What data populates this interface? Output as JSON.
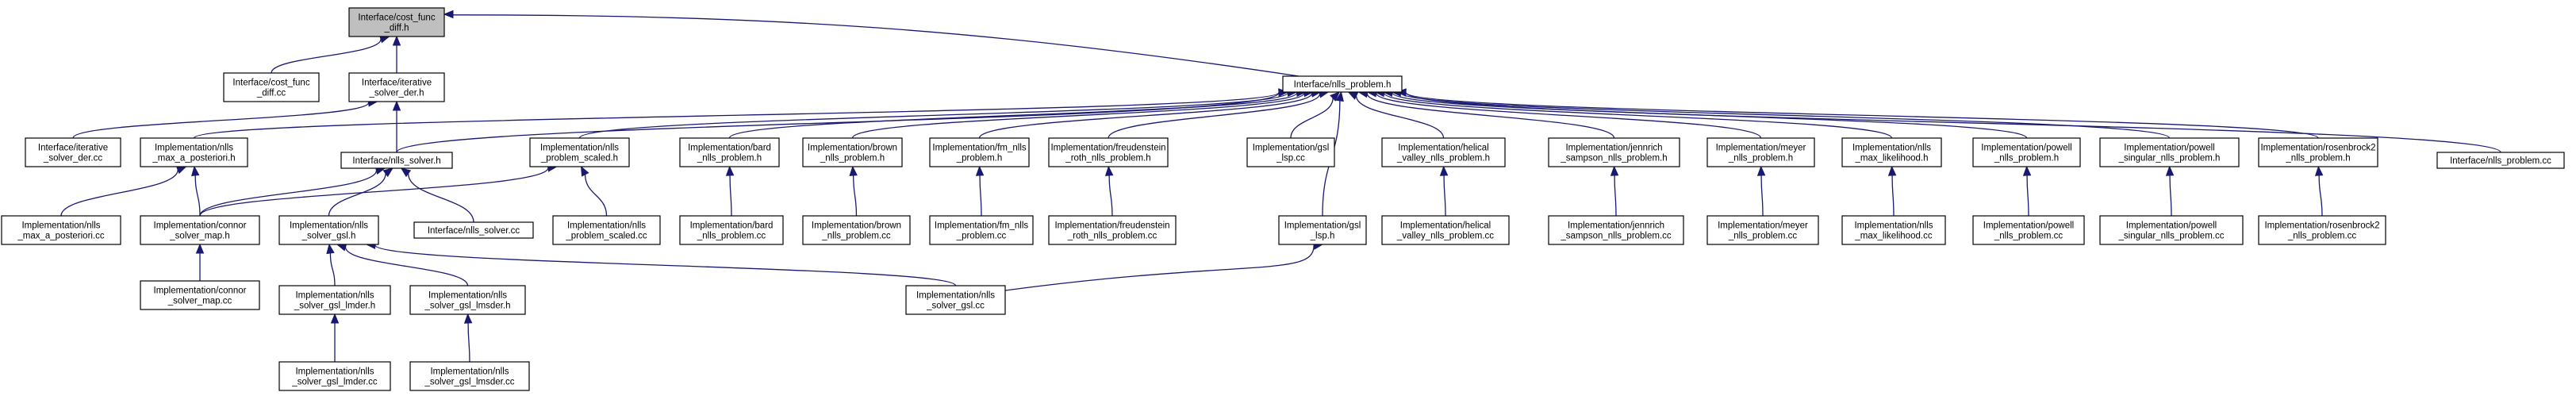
{
  "colors": {
    "edge": "#191970",
    "node_fill": "#ffffff",
    "root_fill": "#bfbfbf",
    "node_border": "#000000"
  },
  "nodes": [
    {
      "id": "root",
      "lines": [
        "Interface/cost_func",
        "_diff.h"
      ],
      "root": true
    },
    {
      "id": "cfdiffcc",
      "lines": [
        "Interface/cost_func",
        "_diff.cc"
      ]
    },
    {
      "id": "itsolder",
      "lines": [
        "Interface/iterative",
        "_solver_der.h"
      ]
    },
    {
      "id": "nllsprob",
      "lines": [
        "Interface/nlls_problem.h"
      ]
    },
    {
      "id": "itsoldercc",
      "lines": [
        "Interface/iterative",
        "_solver_der.cc"
      ]
    },
    {
      "id": "maxapost",
      "lines": [
        "Implementation/nlls",
        "_max_a_posteriori.h"
      ]
    },
    {
      "id": "nllssolver",
      "lines": [
        "Interface/nlls_solver.h"
      ]
    },
    {
      "id": "scaled",
      "lines": [
        "Implementation/nlls",
        "_problem_scaled.h"
      ]
    },
    {
      "id": "bard",
      "lines": [
        "Implementation/bard",
        "_nlls_problem.h"
      ]
    },
    {
      "id": "brown",
      "lines": [
        "Implementation/brown",
        "_nlls_problem.h"
      ]
    },
    {
      "id": "fm",
      "lines": [
        "Implementation/fm_nlls",
        "_problem.h"
      ]
    },
    {
      "id": "freud",
      "lines": [
        "Implementation/freudenstein",
        "_roth_nlls_problem.h"
      ]
    },
    {
      "id": "gsllspcc",
      "lines": [
        "Implementation/gsl",
        "_lsp.cc"
      ]
    },
    {
      "id": "helical",
      "lines": [
        "Implementation/helical",
        "_valley_nlls_problem.h"
      ]
    },
    {
      "id": "jennrich",
      "lines": [
        "Implementation/jennrich",
        "_sampson_nlls_problem.h"
      ]
    },
    {
      "id": "meyer",
      "lines": [
        "Implementation/meyer",
        "_nlls_problem.h"
      ]
    },
    {
      "id": "maxlik",
      "lines": [
        "Implementation/nlls",
        "_max_likelihood.h"
      ]
    },
    {
      "id": "powell",
      "lines": [
        "Implementation/powell",
        "_nlls_problem.h"
      ]
    },
    {
      "id": "powellsing",
      "lines": [
        "Implementation/powell",
        "_singular_nlls_problem.h"
      ]
    },
    {
      "id": "rosen",
      "lines": [
        "Implementation/rosenbrock2",
        "_nlls_problem.h"
      ]
    },
    {
      "id": "nllsprobcc",
      "lines": [
        "Interface/nlls_problem.cc"
      ]
    },
    {
      "id": "maxapostcc",
      "lines": [
        "Implementation/nlls",
        "_max_a_posteriori.cc"
      ]
    },
    {
      "id": "connor",
      "lines": [
        "Implementation/connor",
        "_solver_map.h"
      ]
    },
    {
      "id": "gslh",
      "lines": [
        "Implementation/nlls",
        "_solver_gsl.h"
      ]
    },
    {
      "id": "nllssolvercc",
      "lines": [
        "Interface/nlls_solver.cc"
      ]
    },
    {
      "id": "scaledcc",
      "lines": [
        "Implementation/nlls",
        "_problem_scaled.cc"
      ]
    },
    {
      "id": "bardcc",
      "lines": [
        "Implementation/bard",
        "_nlls_problem.cc"
      ]
    },
    {
      "id": "browncc",
      "lines": [
        "Implementation/brown",
        "_nlls_problem.cc"
      ]
    },
    {
      "id": "fmcc",
      "lines": [
        "Implementation/fm_nlls",
        "_problem.cc"
      ]
    },
    {
      "id": "freudcc",
      "lines": [
        "Implementation/freudenstein",
        "_roth_nlls_problem.cc"
      ]
    },
    {
      "id": "gsllsph",
      "lines": [
        "Implementation/gsl",
        "_lsp.h"
      ]
    },
    {
      "id": "helicalcc",
      "lines": [
        "Implementation/helical",
        "_valley_nlls_problem.cc"
      ]
    },
    {
      "id": "jennrichcc",
      "lines": [
        "Implementation/jennrich",
        "_sampson_nlls_problem.cc"
      ]
    },
    {
      "id": "meyercc",
      "lines": [
        "Implementation/meyer",
        "_nlls_problem.cc"
      ]
    },
    {
      "id": "maxlikcc",
      "lines": [
        "Implementation/nlls",
        "_max_likelihood.cc"
      ]
    },
    {
      "id": "powellcc",
      "lines": [
        "Implementation/powell",
        "_nlls_problem.cc"
      ]
    },
    {
      "id": "powellsingcc",
      "lines": [
        "Implementation/powell",
        "_singular_nlls_problem.cc"
      ]
    },
    {
      "id": "rosencc",
      "lines": [
        "Implementation/rosenbrock2",
        "_nlls_problem.cc"
      ]
    },
    {
      "id": "connorcc",
      "lines": [
        "Implementation/connor",
        "_solver_map.cc"
      ]
    },
    {
      "id": "lmderh",
      "lines": [
        "Implementation/nlls",
        "_solver_gsl_lmder.h"
      ]
    },
    {
      "id": "lmsderh",
      "lines": [
        "Implementation/nlls",
        "_solver_gsl_lmsder.h"
      ]
    },
    {
      "id": "gslcc",
      "lines": [
        "Implementation/nlls",
        "_solver_gsl.cc"
      ]
    },
    {
      "id": "lmdercc",
      "lines": [
        "Implementation/nlls",
        "_solver_gsl_lmder.cc"
      ]
    },
    {
      "id": "lmsdercc",
      "lines": [
        "Implementation/nlls",
        "_solver_gsl_lmsder.cc"
      ]
    }
  ],
  "edges": [
    [
      "cfdiffcc",
      "root"
    ],
    [
      "itsolder",
      "root"
    ],
    [
      "nllsprob",
      "root"
    ],
    [
      "itsoldercc",
      "itsolder"
    ],
    [
      "nllssolver",
      "itsolder"
    ],
    [
      "maxapost",
      "nllsprob"
    ],
    [
      "nllssolver",
      "nllsprob"
    ],
    [
      "scaled",
      "nllsprob"
    ],
    [
      "bard",
      "nllsprob"
    ],
    [
      "brown",
      "nllsprob"
    ],
    [
      "fm",
      "nllsprob"
    ],
    [
      "freud",
      "nllsprob"
    ],
    [
      "gsllspcc",
      "nllsprob"
    ],
    [
      "gsllsph",
      "nllsprob"
    ],
    [
      "helical",
      "nllsprob"
    ],
    [
      "jennrich",
      "nllsprob"
    ],
    [
      "meyer",
      "nllsprob"
    ],
    [
      "maxlik",
      "nllsprob"
    ],
    [
      "powell",
      "nllsprob"
    ],
    [
      "powellsing",
      "nllsprob"
    ],
    [
      "rosen",
      "nllsprob"
    ],
    [
      "nllsprobcc",
      "nllsprob"
    ],
    [
      "maxapostcc",
      "maxapost"
    ],
    [
      "connor",
      "maxapost"
    ],
    [
      "connor",
      "nllssolver"
    ],
    [
      "gslh",
      "nllssolver"
    ],
    [
      "nllssolvercc",
      "nllssolver"
    ],
    [
      "connor",
      "scaled"
    ],
    [
      "scaledcc",
      "scaled"
    ],
    [
      "bardcc",
      "bard"
    ],
    [
      "browncc",
      "brown"
    ],
    [
      "fmcc",
      "fm"
    ],
    [
      "freudcc",
      "freud"
    ],
    [
      "helicalcc",
      "helical"
    ],
    [
      "jennrichcc",
      "jennrich"
    ],
    [
      "meyercc",
      "meyer"
    ],
    [
      "maxlikcc",
      "maxlik"
    ],
    [
      "powellcc",
      "powell"
    ],
    [
      "powellsingcc",
      "powellsing"
    ],
    [
      "rosencc",
      "rosen"
    ],
    [
      "connorcc",
      "connor"
    ],
    [
      "lmderh",
      "gslh"
    ],
    [
      "lmsderh",
      "gslh"
    ],
    [
      "gslcc",
      "gslh"
    ],
    [
      "gslcc",
      "gsllsph"
    ],
    [
      "lmdercc",
      "lmderh"
    ],
    [
      "lmsdercc",
      "lmsderh"
    ]
  ]
}
